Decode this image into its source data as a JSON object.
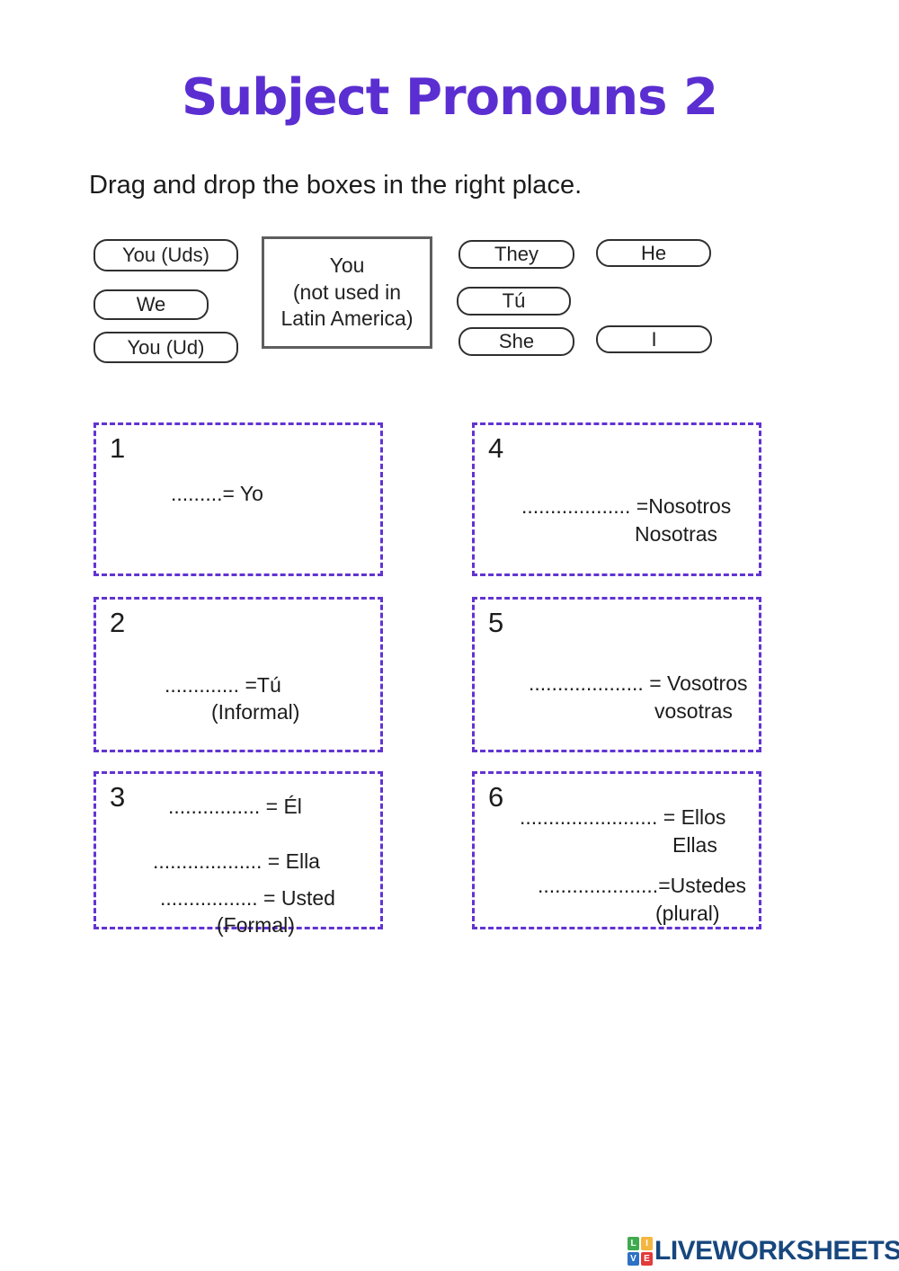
{
  "title": "Subject Pronouns 2",
  "instruction": "Drag and drop the boxes in the right place.",
  "colors": {
    "title_purple": "#5b2ed1",
    "dash_purple": "#6233d2",
    "logo_navy": "#17477e"
  },
  "drag_items": {
    "you_uds": "You (Uds)",
    "we": "We",
    "you_ud": "You (Ud)",
    "you_latin_line1": "You",
    "you_latin_line2": "(not used in Latin America)",
    "they": "They",
    "tu": "Tú",
    "she": "She",
    "he": "He",
    "i": "I"
  },
  "dropzones": [
    {
      "number": "1",
      "lines": [
        ".........= Yo"
      ]
    },
    {
      "number": "2",
      "lines": [
        "............. =Tú",
        "(Informal)"
      ]
    },
    {
      "number": "3",
      "lines": [
        "................ = Él",
        "................... = Ella",
        "................. =  Usted",
        "(Formal)"
      ]
    },
    {
      "number": "4",
      "lines": [
        "................... =Nosotros",
        "Nosotras"
      ]
    },
    {
      "number": "5",
      "lines": [
        ".................... = Vosotros",
        "vosotras"
      ]
    },
    {
      "number": "6",
      "lines": [
        "........................ = Ellos",
        "Ellas",
        ".....................=Ustedes",
        "(plural)"
      ]
    }
  ],
  "footer": {
    "brand": "LIVEWORKSHEETS",
    "icon_letters": [
      "L",
      "I",
      "V",
      "E"
    ]
  }
}
